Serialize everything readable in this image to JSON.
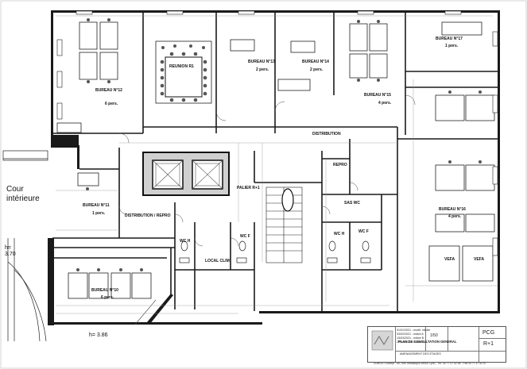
{
  "plan": {
    "rooms": [
      {
        "id": "bureau-12",
        "label": "BUREAU N°12",
        "sub": "6 pers."
      },
      {
        "id": "reunion",
        "label": "REUNION R1",
        "sub": ""
      },
      {
        "id": "bureau-13",
        "label": "BUREAU N°13",
        "sub": "2 pers."
      },
      {
        "id": "bureau-14",
        "label": "BUREAU N°14",
        "sub": "2 pers."
      },
      {
        "id": "bureau-15",
        "label": "BUREAU N°15",
        "sub": "4 pers."
      },
      {
        "id": "bureau-17",
        "label": "BUREAU N°17",
        "sub": "1 pers."
      },
      {
        "id": "distribution",
        "label": "DISTRIBUTION",
        "sub": ""
      },
      {
        "id": "repro",
        "label": "REPRO",
        "sub": ""
      },
      {
        "id": "palier",
        "label": "PALIER R+1",
        "sub": ""
      },
      {
        "id": "bureau-11",
        "label": "BUREAU N°11",
        "sub": "1 pers."
      },
      {
        "id": "distribution-repro",
        "label": "DISTRIBUTION / REPRO",
        "sub": ""
      },
      {
        "id": "sas-wc",
        "label": "SAS WC",
        "sub": ""
      },
      {
        "id": "bureau-16",
        "label": "BUREAU N°16",
        "sub": "4 pers."
      },
      {
        "id": "wc-h-left",
        "label": "WC H",
        "sub": ""
      },
      {
        "id": "wc-f-left",
        "label": "WC F",
        "sub": ""
      },
      {
        "id": "local-clim",
        "label": "LOCAL CLIM",
        "sub": ""
      },
      {
        "id": "wc-h-right",
        "label": "WC H",
        "sub": ""
      },
      {
        "id": "wc-f-right",
        "label": "WC F",
        "sub": ""
      },
      {
        "id": "bureau-10",
        "label": "BUREAU N°10",
        "sub": "6 pers."
      },
      {
        "id": "vefa-left",
        "label": "VEFA",
        "sub": ""
      },
      {
        "id": "vefa-right",
        "label": "VEFA",
        "sub": ""
      }
    ],
    "court_label_1": "Cour",
    "court_label_2": "intérieure",
    "height_left_label": "h=",
    "height_left_value": "3.70",
    "height_bottom_label": "h= 3.86"
  },
  "title_block": {
    "scale": "1/50",
    "title": "PLAN DE CONSULTATION GENERAL",
    "subtitle": "AMENAGEMENT DES ETAGES",
    "code": "PCG",
    "level": "R+1",
    "footer": "DUNOD Concept - 65, Rue Sebastopol 69000 Lyon - Tél. 04 77 47 52 56 - Fax 04 77 47 52 57"
  },
  "colors": {
    "wall": "#1a1a1a",
    "wall_fill": "#e6e6e6",
    "line": "#222222",
    "light_line": "#8a8a8a"
  }
}
